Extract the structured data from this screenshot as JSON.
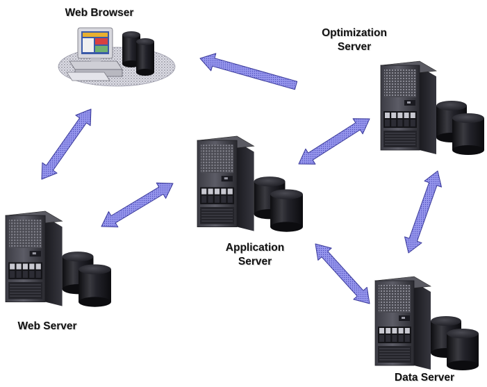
{
  "nodes": {
    "web_browser": {
      "label": "Web Browser",
      "icon": "workstation-icon"
    },
    "optimization_server": {
      "label_line1": "Optimization",
      "label_line2": "Server",
      "icon": "server-tower-icon"
    },
    "application_server": {
      "label_line1": "Application",
      "label_line2": "Server",
      "icon": "server-tower-icon"
    },
    "web_server": {
      "label": "Web Server",
      "icon": "server-tower-icon"
    },
    "data_server": {
      "label": "Data  Server",
      "icon": "server-tower-icon"
    }
  },
  "connections": [
    {
      "from": "Web Browser",
      "to": "Web Server",
      "direction": "bidirectional"
    },
    {
      "from": "Web Server",
      "to": "Application Server",
      "direction": "bidirectional"
    },
    {
      "from": "Application Server",
      "to": "Optimization Server",
      "direction": "bidirectional"
    },
    {
      "from": "Application Server",
      "to": "Data Server",
      "direction": "bidirectional"
    },
    {
      "from": "Optimization Server",
      "to": "Data Server",
      "direction": "bidirectional"
    },
    {
      "from": "Optimization Server",
      "to": "Web Browser",
      "direction": "one-way"
    }
  ],
  "colors": {
    "arrow_fill": "#8888e6",
    "arrow_stroke": "#3a3a9a",
    "server_body": "#2e2e34",
    "cylinder_body": "#1a1a1e"
  }
}
